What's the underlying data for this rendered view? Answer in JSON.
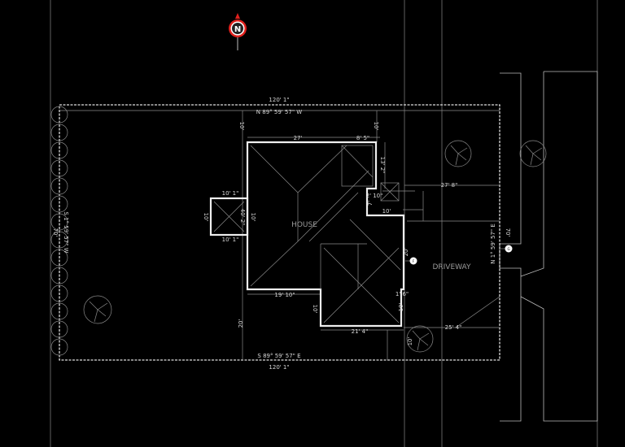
{
  "north_arrow": {
    "letter": "N",
    "color": "#e0201c"
  },
  "labels": {
    "house": "HOUSE",
    "driveway": "DRIVEWAY"
  },
  "boundary": {
    "top_length": "120' 1\"",
    "top_bearing": "N 89° 59' 57\" W",
    "bottom_length": "120' 1\"",
    "bottom_bearing": "S 89° 59' 57\" E",
    "left_bearing": "S 1° 59' 57\" W",
    "left_length": "70'",
    "right_bearing": "N 1° 59' 57\" E",
    "right_length": "70'"
  },
  "dimensions": {
    "house_top": "27'",
    "garage_top": "8' 5\"",
    "garage_side": "13' 2\"",
    "step_a": "2' 10\"",
    "step_b": "7'",
    "step_c": "10'",
    "bay_top": "10' 1\"",
    "bay_bottom": "10' 1\"",
    "bay_depth": "10'",
    "bay_side": "10'",
    "bay_inner": "40' 2\"",
    "front_setback_left": "10'",
    "front_setback_right": "10'",
    "house_bottom_left": "19' 10\"",
    "house_bottom_right": "21' 4\"",
    "rear_jog": "10'",
    "side_jog": "1' 6\"",
    "side_jog_depth": "10'",
    "side_setback": "20'",
    "rear_setback": "20'",
    "drive_width_top": "27' 8\"",
    "drive_width_bottom": "25' 4\"",
    "tree_dim": "10'"
  },
  "markers": {
    "point_a": "F",
    "point_b": "G"
  }
}
